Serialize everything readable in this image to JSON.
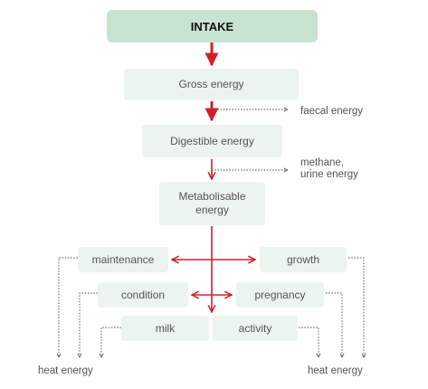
{
  "diagram": {
    "intake": "INTAKE",
    "gross": "Gross energy",
    "digestible": "Digestible energy",
    "metabolisable_line1": "Metabolisable",
    "metabolisable_line2": "energy",
    "faecal": "faecal energy",
    "methane_line1": "methane,",
    "methane_line2": "urine energy",
    "maintenance": "maintenance",
    "growth": "growth",
    "condition": "condition",
    "pregnancy": "pregnancy",
    "milk": "milk",
    "activity": "activity",
    "heat_left": "heat energy",
    "heat_right": "heat energy"
  },
  "colors": {
    "arrow_red": "#d0202a",
    "box_top": "#c8e4d0",
    "box": "#ecf4ef",
    "dotted": "#555555"
  }
}
